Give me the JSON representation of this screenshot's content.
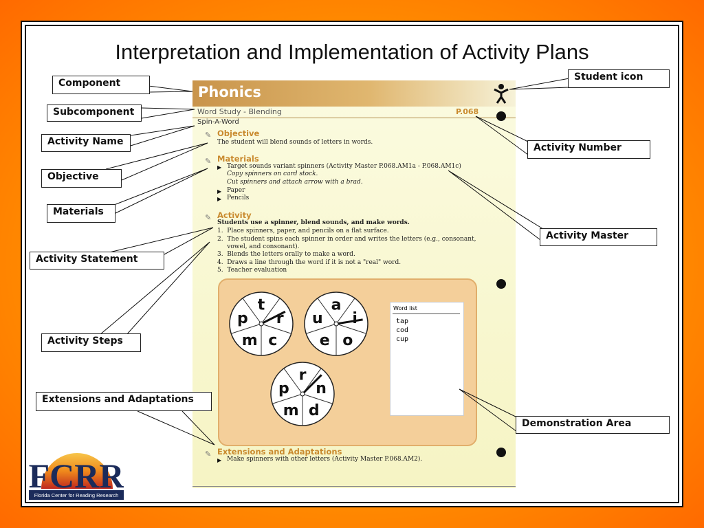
{
  "slide": {
    "title": "Interpretation and Implementation of Activity Plans"
  },
  "labels": {
    "component": "Component",
    "subcomponent": "Subcomponent",
    "activity_name": "Activity Name",
    "objective": "Objective",
    "materials": "Materials",
    "activity_statement": "Activity Statement",
    "activity_steps": "Activity Steps",
    "extensions": "Extensions and Adaptations",
    "student_icon": "Student icon",
    "activity_number": "Activity Number",
    "activity_master": "Activity Master",
    "demonstration_area": "Demonstration Area"
  },
  "page": {
    "component": "Phonics",
    "subcomponent": "Word Study - Blending",
    "activity_number": "P.068",
    "activity_name": "Spin-A-Word",
    "objective_heading": "Objective",
    "objective_text": "The student will blend sounds of letters in words.",
    "materials_heading": "Materials",
    "materials": [
      {
        "text": "Target sounds variant spinners (Activity Master P.068.AM1a - P.068.AM1c)",
        "notes": [
          "Copy spinners on card stock.",
          "Cut spinners and attach arrow with a brad."
        ]
      },
      {
        "text": "Paper",
        "notes": []
      },
      {
        "text": "Pencils",
        "notes": []
      }
    ],
    "activity_heading": "Activity",
    "activity_statement": "Students use a spinner, blend sounds, and make words.",
    "steps": [
      "1.  Place spinners, paper, and pencils on a flat surface.",
      "2.  The student spins each spinner in order and writes the letters (e.g., consonant,",
      "     vowel, and consonant).",
      "3.  Blends the letters orally to make a word.",
      "4.  Draws a line through the word if it is not a \"real\" word.",
      "5.  Teacher evaluation"
    ],
    "extensions_heading": "Extensions and Adaptations",
    "extensions_text": "Make spinners with other letters (Activity Master P.068.AM2).",
    "word_list": {
      "heading": "Word list",
      "words": [
        "tap",
        "cod",
        "cup"
      ]
    },
    "spinners": [
      {
        "letters": [
          "t",
          "r",
          "c",
          "m",
          "p"
        ]
      },
      {
        "letters": [
          "a",
          "i",
          "o",
          "e",
          "u"
        ]
      },
      {
        "letters": [
          "r",
          "n",
          "d",
          "m",
          "p"
        ]
      }
    ]
  },
  "logo": {
    "text": "FCRR",
    "caption": "Florida Center for Reading Research"
  },
  "colors": {
    "background": "#ff9a00",
    "header_gold": "#c9944a",
    "accent": "#c98a2e",
    "demo_area": "#f4cf9a"
  }
}
